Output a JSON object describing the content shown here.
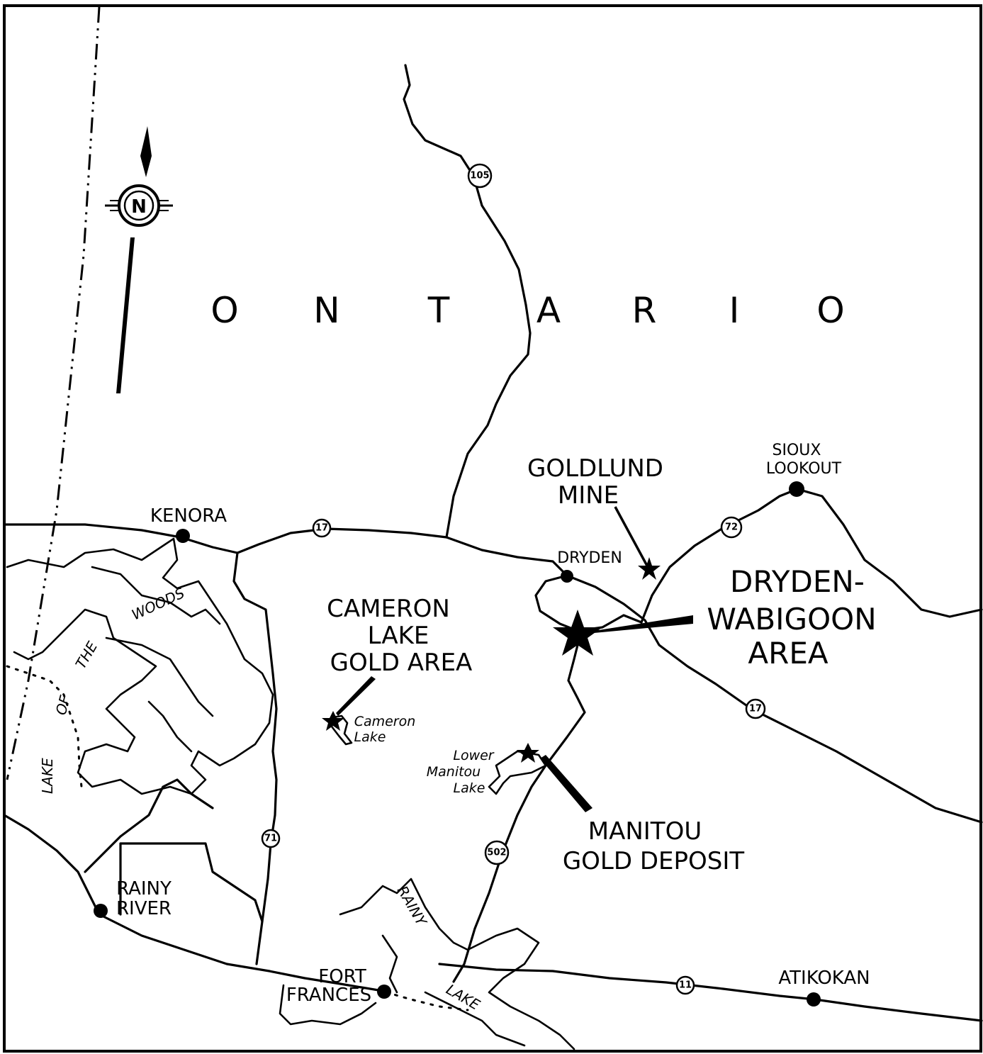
{
  "region": {
    "letters": [
      "O",
      "N",
      "T",
      "A",
      "R",
      "I",
      "O"
    ]
  },
  "compass": {
    "letter": "N"
  },
  "towns": {
    "kenora": "KENORA",
    "dryden": "DRYDEN",
    "sioux_lookout": [
      "SIOUX",
      "LOOKOUT"
    ],
    "rainy_river": [
      "RAINY",
      "RIVER"
    ],
    "fort_frances": [
      "FORT",
      "FRANCES"
    ],
    "atikokan": "ATIKOKAN"
  },
  "areas": {
    "goldlund": [
      "GOLDLUND",
      "MINE"
    ],
    "dryden_wabigoon": [
      "DRYDEN-",
      "WABIGOON",
      "AREA"
    ],
    "cameron": [
      "CAMERON",
      "LAKE",
      "GOLD AREA"
    ],
    "manitou": [
      "MANITOU",
      "GOLD DEPOSIT"
    ]
  },
  "lakes": {
    "cameron_lake": [
      "Cameron",
      "Lake"
    ],
    "lower_manitou": [
      "Lower",
      "Manitou",
      "Lake"
    ],
    "lake_of_the_woods": [
      "LAKE",
      "OF",
      "THE",
      "WOODS"
    ],
    "rainy_lake": [
      "RAINY",
      "LAKE"
    ]
  },
  "highways": {
    "h105": "105",
    "h17_west": "17",
    "h17_east": "17",
    "h72": "72",
    "h71": "71",
    "h502": "502",
    "h11": "11"
  }
}
